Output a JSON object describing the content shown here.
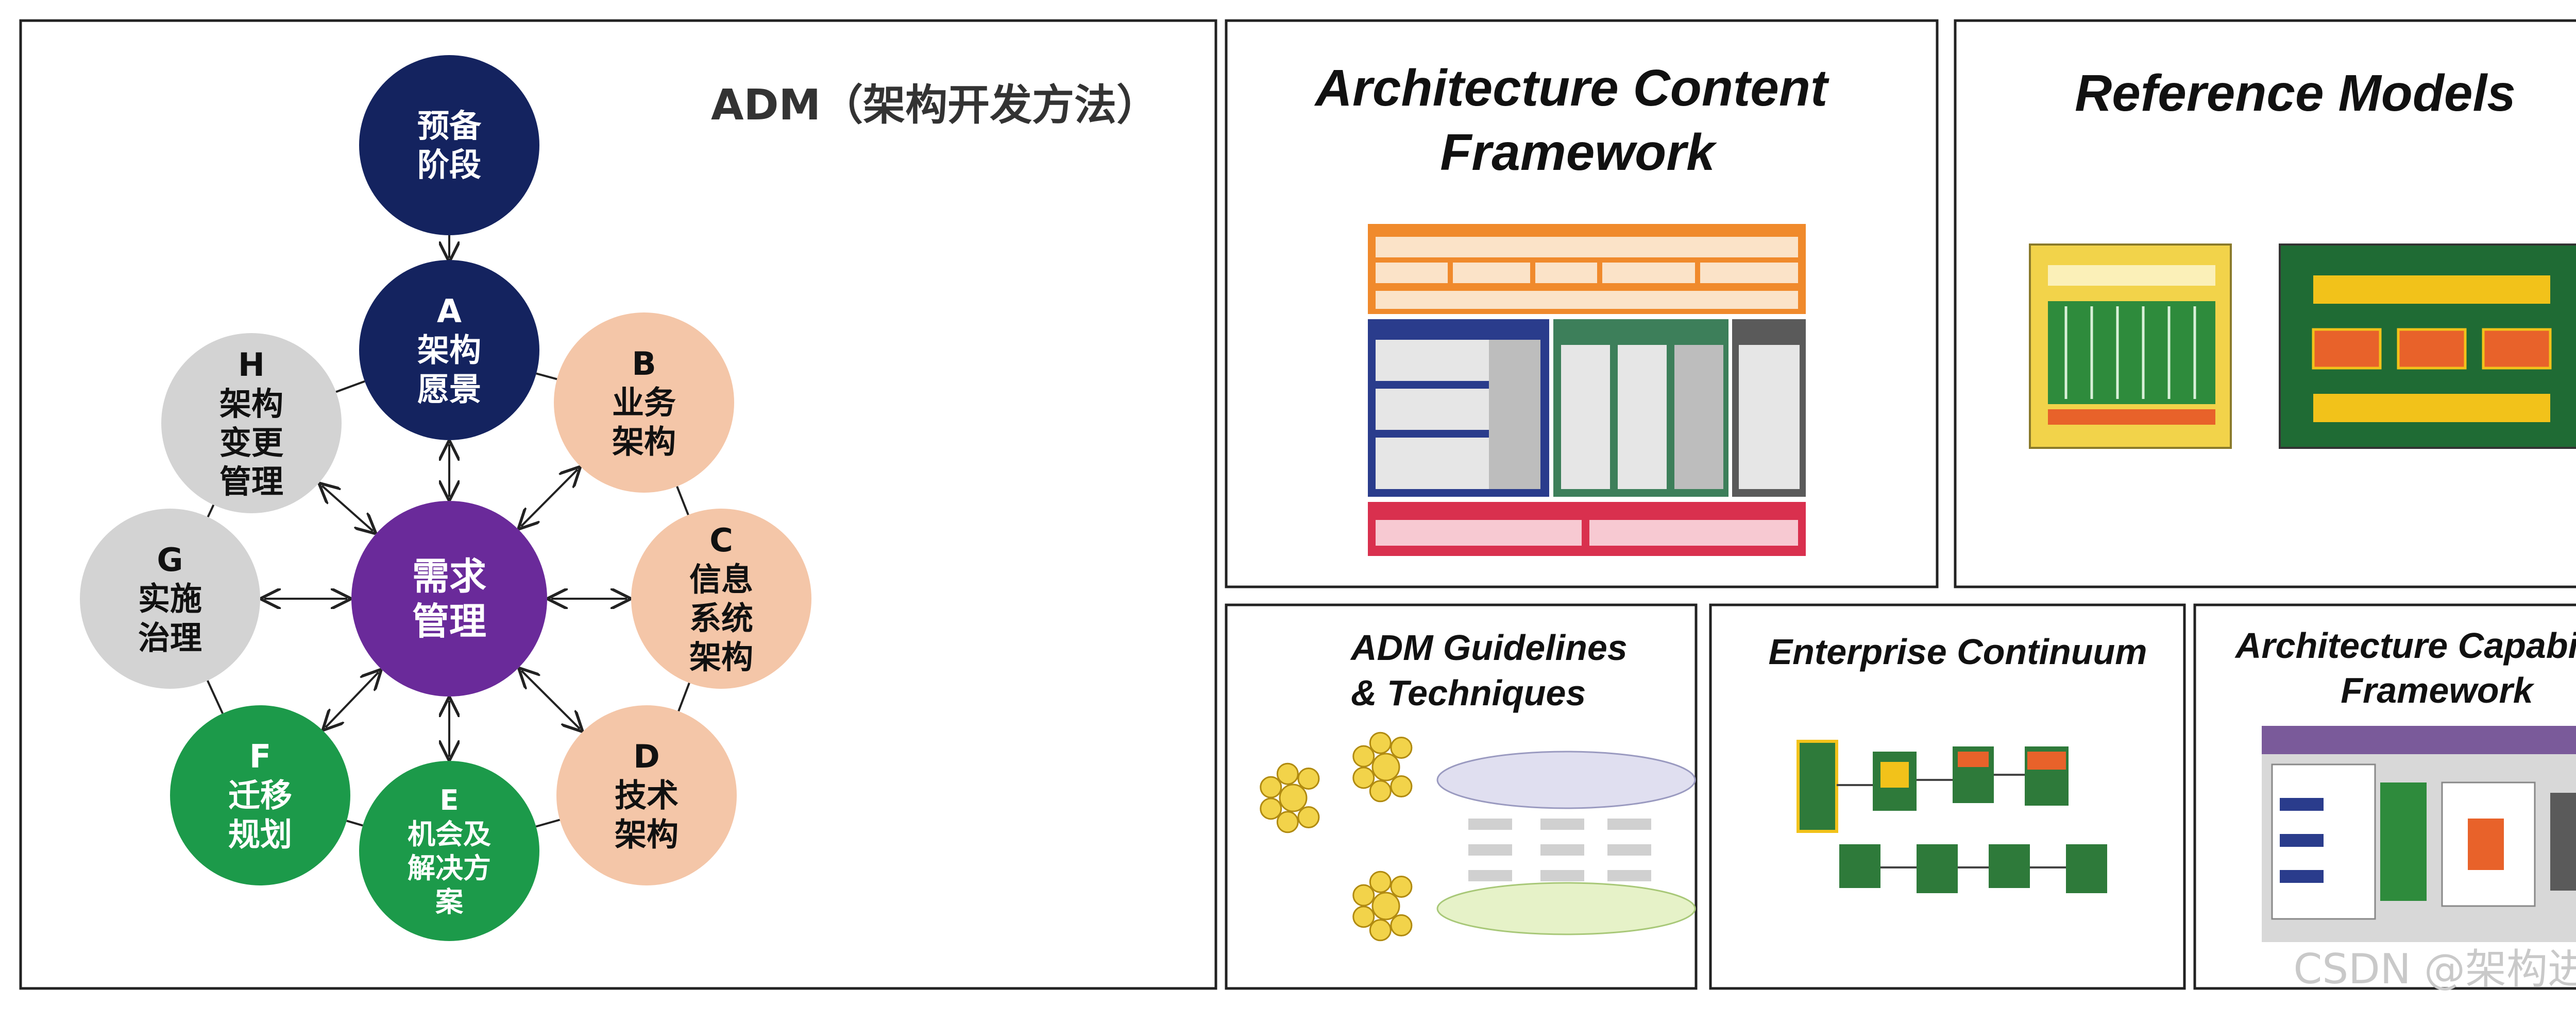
{
  "adm": {
    "title": "ADM（架构开发方法）",
    "nodes": [
      {
        "id": "prelim",
        "letter": "",
        "lines": [
          "预备",
          "阶段"
        ],
        "color": "#14235f",
        "text_color": "#ffffff"
      },
      {
        "id": "A",
        "letter": "A",
        "lines": [
          "架构",
          "愿景"
        ],
        "color": "#14235f",
        "text_color": "#ffffff"
      },
      {
        "id": "B",
        "letter": "B",
        "lines": [
          "业务",
          "架构"
        ],
        "color": "#f4c6a8",
        "text_color": "#111111"
      },
      {
        "id": "C",
        "letter": "C",
        "lines": [
          "信息",
          "系统",
          "架构"
        ],
        "color": "#f4c6a8",
        "text_color": "#111111"
      },
      {
        "id": "D",
        "letter": "D",
        "lines": [
          "技术",
          "架构"
        ],
        "color": "#f4c6a8",
        "text_color": "#111111"
      },
      {
        "id": "E",
        "letter": "E",
        "lines": [
          "机会及",
          "解决方",
          "案"
        ],
        "color": "#1c9a4a",
        "text_color": "#ffffff"
      },
      {
        "id": "F",
        "letter": "F",
        "lines": [
          "迁移",
          "规划"
        ],
        "color": "#1c9a4a",
        "text_color": "#ffffff"
      },
      {
        "id": "G",
        "letter": "G",
        "lines": [
          "实施",
          "治理"
        ],
        "color": "#d3d3d3",
        "text_color": "#111111"
      },
      {
        "id": "H",
        "letter": "H",
        "lines": [
          "架构",
          "变更",
          "管理"
        ],
        "color": "#d3d3d3",
        "text_color": "#111111"
      },
      {
        "id": "center",
        "letter": "",
        "lines": [
          "需求",
          "管理"
        ],
        "color": "#6a2a9a",
        "text_color": "#ffffff"
      }
    ]
  },
  "panels": [
    {
      "id": "content-framework",
      "title_lines": [
        "Architecture Content",
        "Framework"
      ]
    },
    {
      "id": "reference-models",
      "title_lines": [
        "Reference Models"
      ]
    },
    {
      "id": "guidelines",
      "title_lines": [
        "ADM  Guidelines",
        "& Techniques"
      ]
    },
    {
      "id": "continuum",
      "title_lines": [
        "Enterprise Continuum"
      ]
    },
    {
      "id": "capability",
      "title_lines": [
        "Architecture Capability",
        "Framework"
      ]
    }
  ],
  "watermark": "CSDN @架构进化论",
  "colors": {
    "navy": "#14235f",
    "peach": "#f4c6a8",
    "green": "#1c9a4a",
    "grey": "#d3d3d3",
    "purple": "#6a2a9a",
    "orange": "#f08a2c",
    "crimson": "#d9304e",
    "blue": "#2a3c8c",
    "teal": "#3d7f5a",
    "darkgrey": "#5a5a5a",
    "yellow": "#f2c21a",
    "darkgreen": "#1f6b34",
    "lavender": "#7a5a9a"
  }
}
